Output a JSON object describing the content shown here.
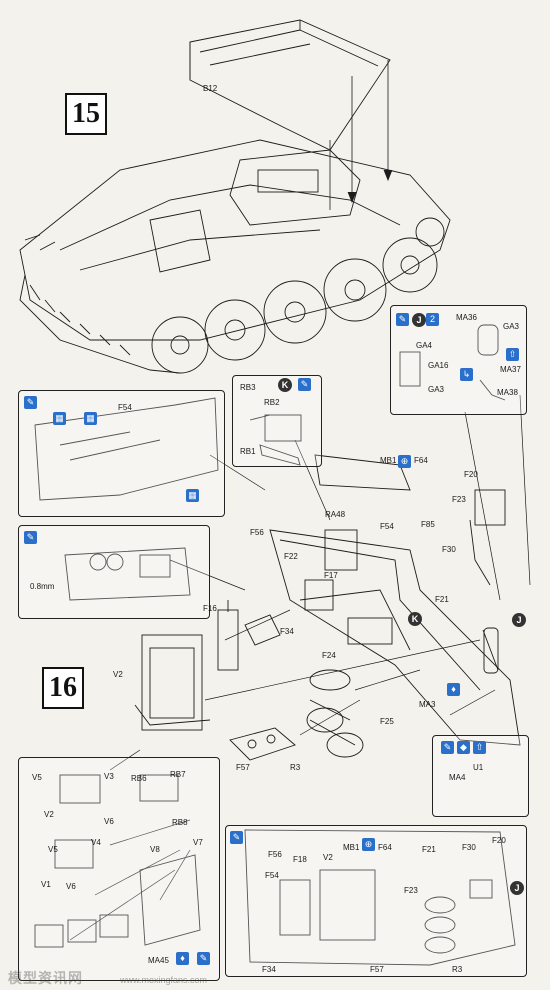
{
  "steps": {
    "s15": "15",
    "s16": "16"
  },
  "labels": {
    "b12": "B12",
    "f54_top": "F54",
    "rb3": "RB3",
    "rb2": "RB2",
    "rb1": "RB1",
    "ma36": "MA36",
    "ga3_top": "GA3",
    "ga4": "GA4",
    "ga16": "GA16",
    "ga3_bot": "GA3",
    "ma37": "MA37",
    "ma38": "MA38",
    "mb1": "MB1",
    "f64": "F64",
    "f20": "F20",
    "f23": "F23",
    "f56": "F56",
    "ra48": "RA48",
    "f54_mid": "F54",
    "f85": "F85",
    "f22": "F22",
    "f30": "F30",
    "f17": "F17",
    "f21": "F21",
    "dim": "0.8mm",
    "f16": "F16",
    "f34": "F34",
    "v2": "V2",
    "f24": "F24",
    "f25": "F25",
    "ma3": "MA3",
    "f57": "F57",
    "r3": "R3",
    "ma4": "MA4",
    "u1": "U1",
    "v5a": "V5",
    "v3": "V3",
    "v2b": "V2",
    "v6a": "V6",
    "rb6": "RB6",
    "rb7": "RB7",
    "rb8": "RB8",
    "v5b": "V5",
    "v4": "V4",
    "v1": "V1",
    "v6b": "V6",
    "v8": "V8",
    "v7": "V7",
    "ma45": "MA45",
    "f56b": "F56",
    "f18": "F18",
    "v2c": "V2",
    "mb1b": "MB1",
    "f64b": "F64",
    "f21b": "F21",
    "f30b": "F30",
    "f20b": "F20",
    "f54b": "F54",
    "f23b": "F23",
    "f34b": "F34",
    "f57b": "F57",
    "r3b": "R3"
  },
  "markers": {
    "k1": "K",
    "k2": "K",
    "j1": "J",
    "j2": "J",
    "j3": "J",
    "j_num": "2"
  },
  "watermark": {
    "cn": "模型资讯网",
    "url": "www.moxingfans.com"
  },
  "colors": {
    "accent": "#2a6fc9",
    "ink": "#1a1a1a",
    "paper": "#f4f2ec"
  },
  "icons": [
    "glue-icon",
    "paint-icon",
    "cement-icon"
  ]
}
